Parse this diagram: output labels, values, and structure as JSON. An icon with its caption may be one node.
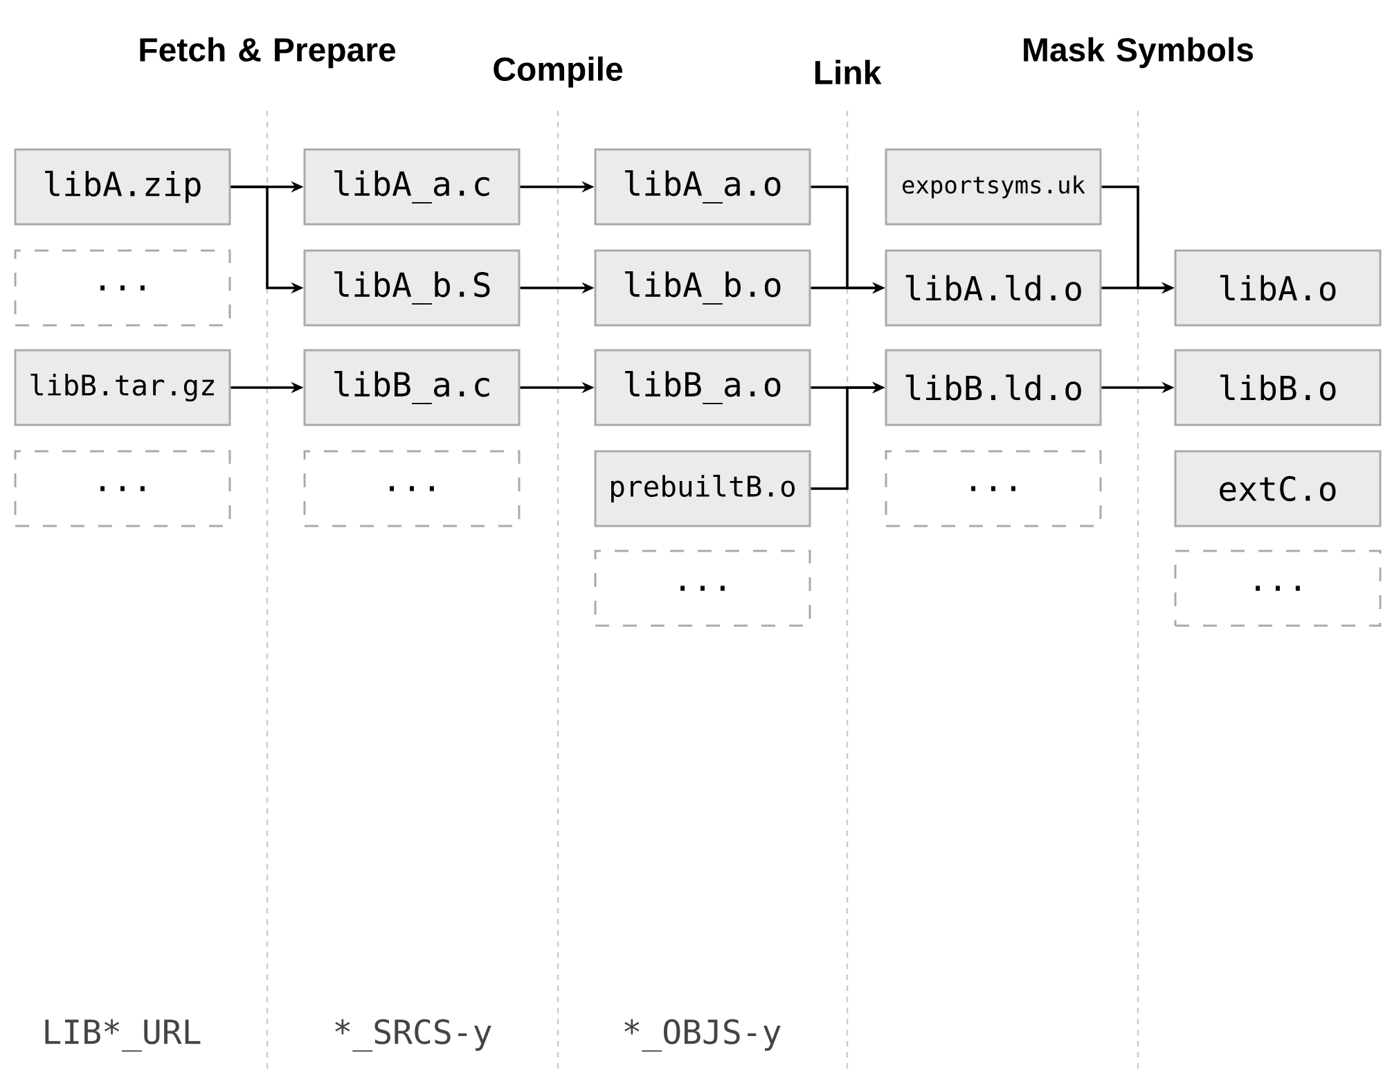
{
  "diagram": {
    "nodes": [
      {
        "text": [
          "libA.zip"
        ]
      },
      {
        "text": [
          "libA_a.c"
        ]
      },
      {
        "text": [
          "libA_a.o"
        ]
      },
      {
        "text": [
          "exportsyms.uk"
        ]
      },
      {
        "text": [
          "..."
        ]
      },
      {
        "text": [
          "libA_b.S"
        ]
      },
      {
        "text": [
          "libA_b.o"
        ]
      },
      {
        "text": [
          "libA.ld.o"
        ]
      },
      {
        "text": [
          "libA.o"
        ]
      },
      {
        "text": [
          "libB.tar.gz"
        ]
      },
      {
        "text": [
          "libB_a.c"
        ]
      },
      {
        "text": [
          "libB_a.o"
        ]
      },
      {
        "text": [
          "libB.ld.o"
        ]
      },
      {
        "text": [
          "libB.o"
        ]
      },
      {
        "text": [
          "..."
        ]
      },
      {
        "text": [
          "..."
        ]
      },
      {
        "text": [
          "prebuiltB.o"
        ]
      },
      {
        "text": [
          "..."
        ]
      },
      {
        "text": [
          "extC.o"
        ]
      },
      {
        "text": [
          "..."
        ]
      },
      {
        "text": [
          "..."
        ]
      }
    ],
    "edges": [
      {
        "from": 0,
        "to": 1,
        "arrow": "to"
      },
      {
        "from": 0,
        "to": 5,
        "arrow": "to"
      },
      {
        "from": 1,
        "to": 2,
        "arrow": "to"
      },
      {
        "from": 5,
        "to": 6,
        "arrow": "to"
      },
      {
        "from": 2,
        "to": 7,
        "arrow": "to"
      },
      {
        "from": 6,
        "to": 7,
        "arrow": "to"
      },
      {
        "from": 3,
        "to": 8,
        "arrow": "to"
      },
      {
        "from": 7,
        "to": 8,
        "arrow": "to"
      },
      {
        "from": 9,
        "to": 10,
        "arrow": "to"
      },
      {
        "from": 10,
        "to": 11,
        "arrow": "to"
      },
      {
        "from": 11,
        "to": 12,
        "arrow": "to"
      },
      {
        "from": 16,
        "to": 12,
        "arrow": "to"
      },
      {
        "from": 12,
        "to": 13,
        "arrow": "to"
      }
    ],
    "labels": [
      "Fetch & Prepare",
      "Compile",
      "Link",
      "Mask Symbols",
      "LIB*_URL",
      "*_SRCS-y",
      "*_OBJS-y"
    ]
  }
}
